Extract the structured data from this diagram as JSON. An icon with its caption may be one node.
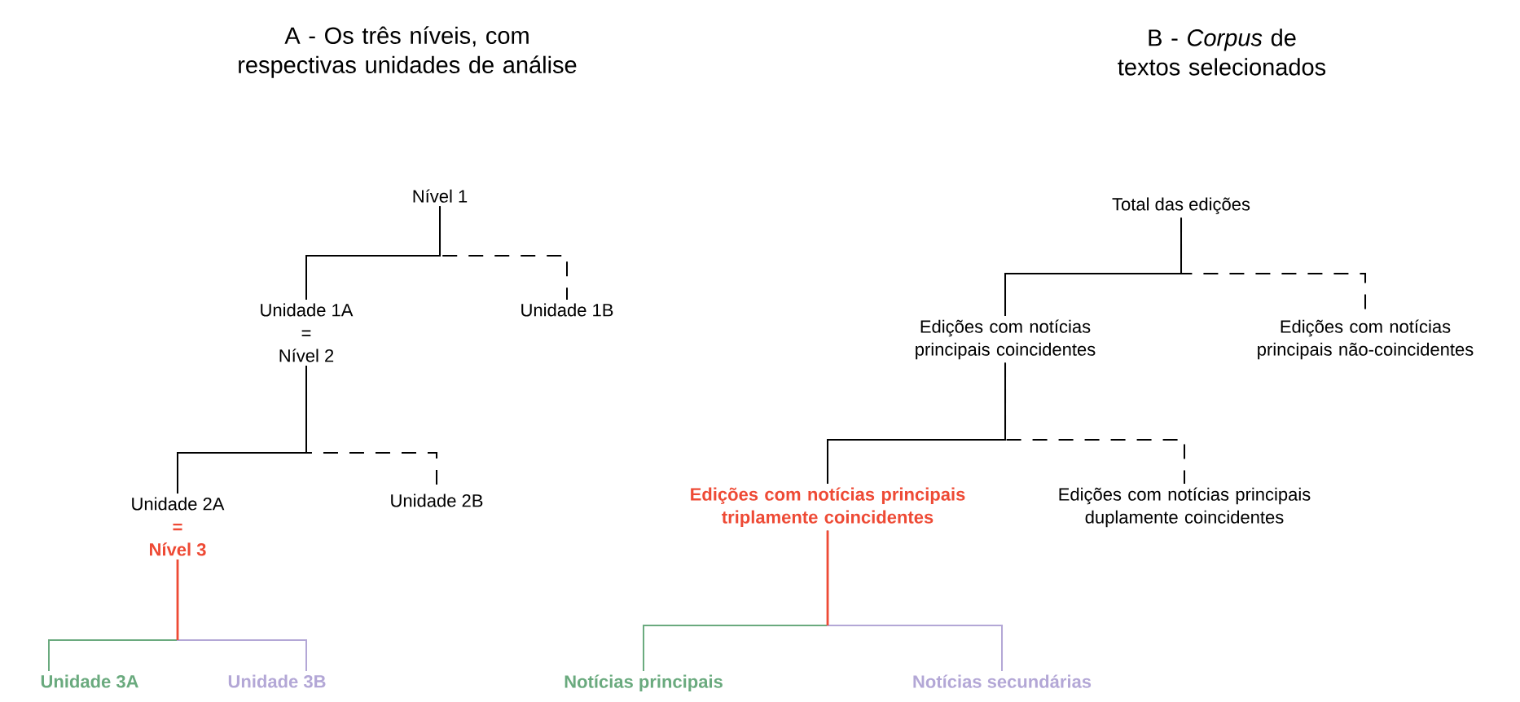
{
  "diagram": {
    "nodes": [
      {
        "text": [
          "Nível 1"
        ]
      },
      {
        "text": [
          "Unidade 1A",
          "=",
          "Nível 2"
        ]
      },
      {
        "text": [
          "Unidade 1B"
        ]
      },
      {
        "text": [
          "Unidade 2A",
          "=",
          "Nível 3"
        ]
      },
      {
        "text": [
          "Unidade 2B"
        ]
      },
      {
        "text": [
          "Unidade 3A"
        ]
      },
      {
        "text": [
          "Unidade 3B"
        ]
      },
      {
        "text": [
          "Total das edições"
        ]
      },
      {
        "text": [
          "Edições com notícias principais coincidentes"
        ]
      },
      {
        "text": [
          "Edições com notícias principais não-coincidentes"
        ]
      },
      {
        "text": [
          "Edições com notícias principais triplamente coincidentes"
        ]
      },
      {
        "text": [
          "Edições com notícias principais duplamente coincidentes"
        ]
      },
      {
        "text": [
          "Notícias principais"
        ]
      },
      {
        "text": [
          "Notícias secundárias"
        ]
      }
    ],
    "edges": [
      {
        "from": 0,
        "to": 1,
        "arrow": "none"
      },
      {
        "from": 0,
        "to": 2,
        "arrow": "none",
        "style": "dashed"
      },
      {
        "from": 1,
        "to": 3,
        "arrow": "none"
      },
      {
        "from": 1,
        "to": 4,
        "arrow": "none",
        "style": "dashed"
      },
      {
        "from": 3,
        "to": 5,
        "arrow": "none",
        "color": "#6aaa7e"
      },
      {
        "from": 3,
        "to": 6,
        "arrow": "none",
        "color": "#b3a7d6"
      },
      {
        "from": 7,
        "to": 8,
        "arrow": "none"
      },
      {
        "from": 7,
        "to": 9,
        "arrow": "none",
        "style": "dashed"
      },
      {
        "from": 8,
        "to": 10,
        "arrow": "none"
      },
      {
        "from": 8,
        "to": 11,
        "arrow": "none",
        "style": "dashed"
      },
      {
        "from": 10,
        "to": 12,
        "arrow": "none",
        "color": "#6aaa7e"
      },
      {
        "from": 10,
        "to": 13,
        "arrow": "none",
        "color": "#b3a7d6"
      }
    ],
    "labels": [
      "A - Os três níveis, com respectivas unidades de análise",
      "B - *Corpus* de textos selecionados"
    ]
  }
}
